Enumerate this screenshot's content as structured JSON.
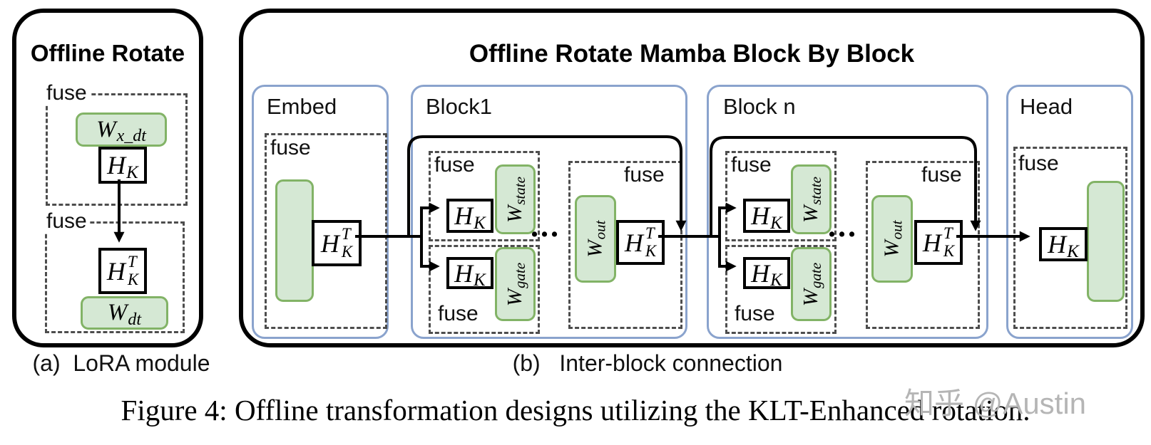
{
  "labels": {
    "fuse": "fuse"
  },
  "panel_a": {
    "title": "Offline Rotate",
    "caption": "(a)  LoRA module"
  },
  "panel_b": {
    "title": "Offline Rotate Mamba Block By Block",
    "caption": "(b)   Inter-block connection",
    "embed_label": "Embed",
    "block1_label": "Block1",
    "blockn_label": "Block n",
    "head_label": "Head",
    "ellipsis": "..."
  },
  "math": {
    "H": "H",
    "K": "K",
    "T": "T",
    "W": "W",
    "x_dt": "x_dt",
    "dt": "dt",
    "state": "state",
    "gate": "gate",
    "out": "out"
  },
  "figure_caption": "Figure 4: Offline transformation designs utilizing the KLT-Enhanced rotation.",
  "watermark": "知乎 @Austin",
  "colors": {
    "green_fill": "#d5e8d4",
    "green_border": "#82b366",
    "blue_border": "#8aa3cd",
    "dash_gray": "#4d4d4d",
    "line_black": "#000000",
    "watermark_gray": "#b5b5b5"
  }
}
